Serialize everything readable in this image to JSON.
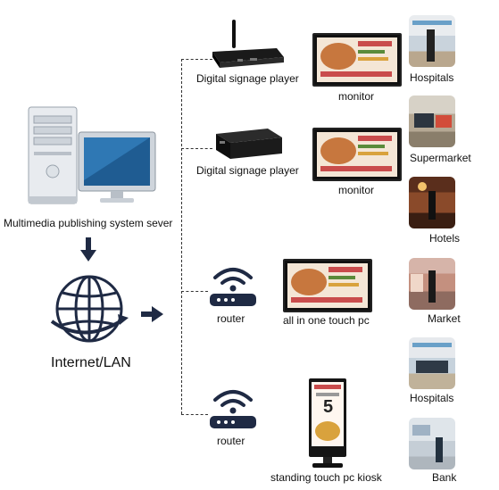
{
  "server": {
    "label": "Multimedia publishing system sever"
  },
  "network": {
    "label": "Internet/LAN"
  },
  "branches": [
    {
      "device": "Digital signage player",
      "display": "monitor",
      "venue": "Hospitals"
    },
    {
      "device": "Digital signage player",
      "display": "monitor",
      "venue": "Supermarket"
    },
    {
      "venue": "Hotels"
    },
    {
      "device": "router",
      "display": "all in one touch pc",
      "venue": "Market"
    },
    {
      "venue": "Hospitals"
    },
    {
      "device": "router",
      "display": "standing touch pc kiosk",
      "venue": "Bank"
    }
  ],
  "kiosk_screen": {
    "headline": "5"
  },
  "colors": {
    "line": "#333333",
    "icon": "#1f2a44",
    "arrow": "#1f2a44"
  }
}
